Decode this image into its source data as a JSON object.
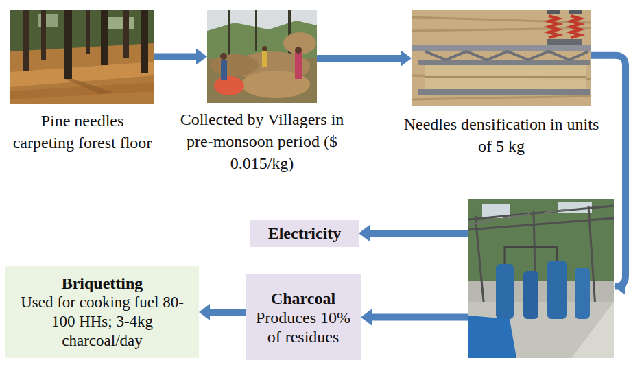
{
  "diagram": {
    "nodes": [
      {
        "text": [
          "Pine needles carpeting forest floor"
        ]
      },
      {
        "text": [
          "Collected by Villagers in pre-monsoon period ($ 0.015/kg)"
        ]
      },
      {
        "text": [
          "Needles densification in units of 5 kg"
        ]
      },
      {
        "text": []
      },
      {
        "text": [
          "Electricity"
        ]
      },
      {
        "text": [
          "Charcoal",
          "Produces 10% of residues"
        ]
      },
      {
        "text": [
          "Briquetting",
          "Used for cooking fuel 80-100 HHs; 3-4kg charcoal/day"
        ]
      }
    ],
    "edges": [
      {
        "from": 0,
        "to": 1,
        "arrow": "to"
      },
      {
        "from": 1,
        "to": 2,
        "arrow": "to"
      },
      {
        "from": 2,
        "to": 3,
        "arrow": "to"
      },
      {
        "from": 3,
        "to": 4,
        "arrow": "to"
      },
      {
        "from": 3,
        "to": 5,
        "arrow": "to"
      },
      {
        "from": 5,
        "to": 6,
        "arrow": "to"
      }
    ]
  }
}
